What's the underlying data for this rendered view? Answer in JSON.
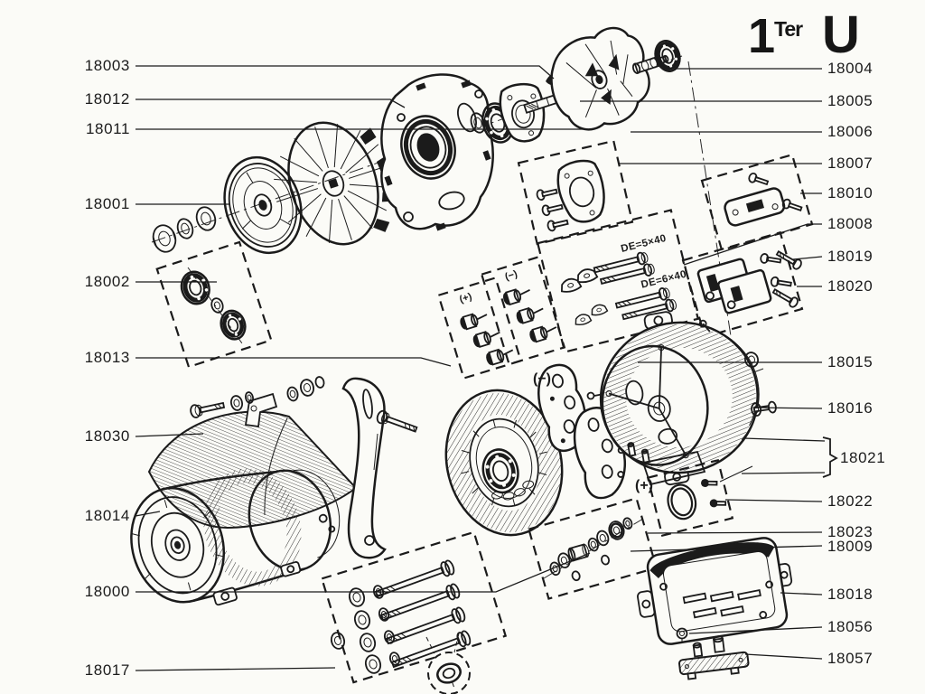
{
  "page": {
    "background": "#fbfbf7",
    "ink": "#1b1b1b"
  },
  "logo": {
    "prefix": "1",
    "superscript": "Ter",
    "letter": "U"
  },
  "part_labels": {
    "left": [
      "18003",
      "18012",
      "18011",
      "18001",
      "18002",
      "18013",
      "18030",
      "18014",
      "18000",
      "18017"
    ],
    "right": [
      "18004",
      "18005",
      "18006",
      "18007",
      "18010",
      "18008",
      "18019",
      "18020",
      "18015",
      "18016",
      "18021",
      "18022",
      "18023",
      "18009",
      "18018",
      "18056",
      "18057"
    ]
  },
  "annotations": {
    "bolt_spec_top": "DE=5×40",
    "bolt_spec_bottom": "DE=6×40",
    "diode_box_positive": "(+)",
    "diode_box_negative": "(−)",
    "diode_plate_negative": "(−)",
    "rectifier_positive": "(+)"
  }
}
